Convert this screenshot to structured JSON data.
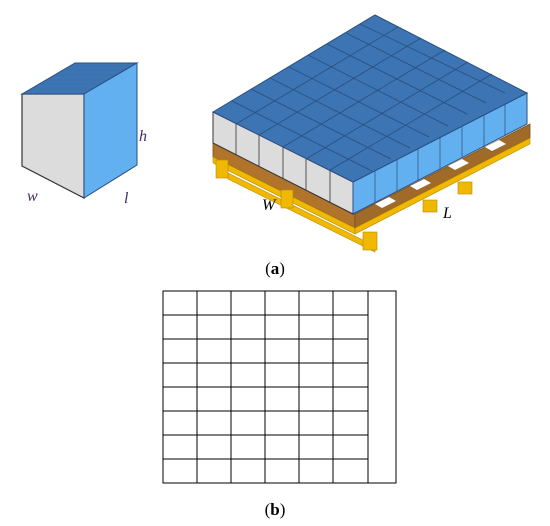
{
  "colors": {
    "box_top": "#3d74b4",
    "box_side": "#62b0ef",
    "box_front": "#dcdcdc",
    "pallet": "#b0742c",
    "pallet_edge": "#f0b800",
    "label_color": "#4a2a6a",
    "grid_line": "#000000"
  },
  "box_labels": {
    "height": "h",
    "width": "w",
    "length": "l"
  },
  "pallet_labels": {
    "width": "W",
    "length": "L"
  },
  "captions": {
    "a_open": "(",
    "a_letter": "a",
    "a_close": ")",
    "b_open": "(",
    "b_letter": "b",
    "b_close": ")"
  },
  "layout_grid": {
    "columns": 6,
    "rows": 8,
    "has_right_margin_strip": true
  }
}
